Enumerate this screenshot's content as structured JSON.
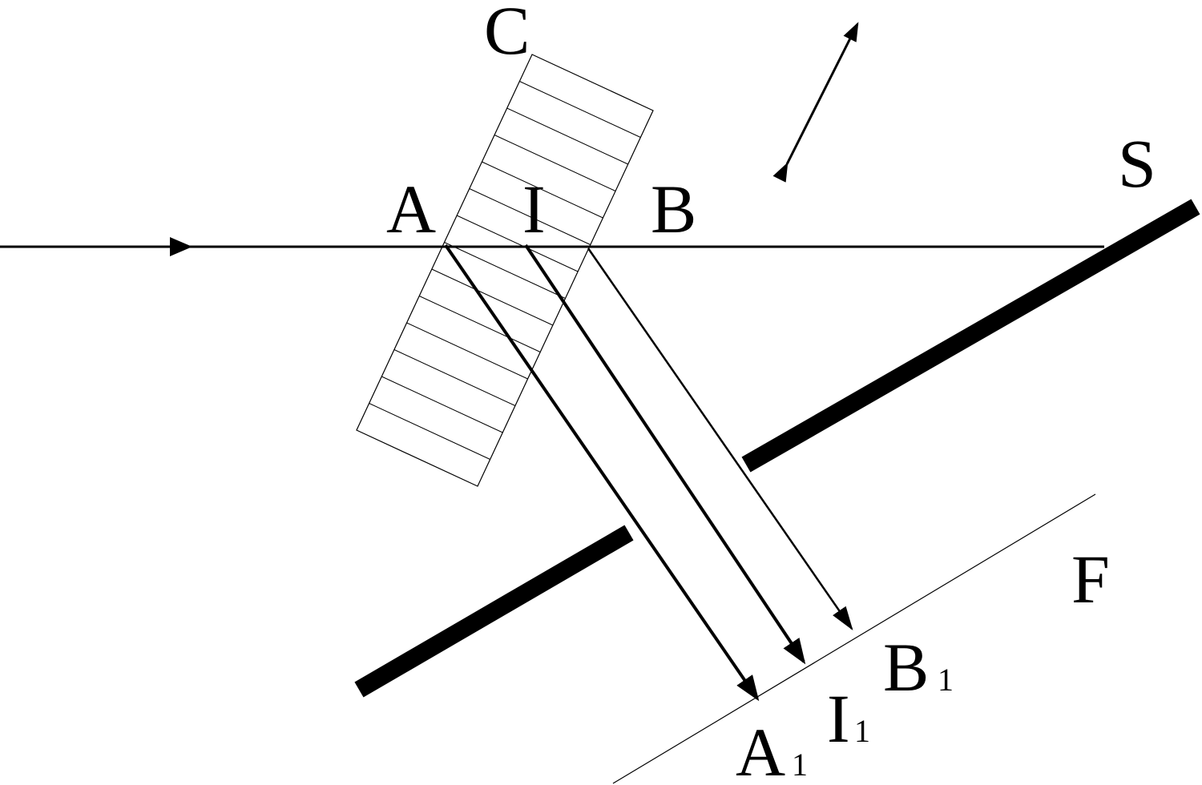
{
  "labels": {
    "c": "C",
    "a": "A",
    "i": "I",
    "b": "B",
    "s": "S",
    "f": "F",
    "a1_main": "A",
    "a1_sub": "1",
    "i1_main": "I",
    "i1_sub": "1",
    "b1_main": "B",
    "b1_sub": "1"
  },
  "colors": {
    "ink": "#000000",
    "background": "#ffffff"
  },
  "icons": {
    "incident_arrow": "arrowhead-right",
    "ray_arrows": "arrowhead",
    "double_arrow": "double-headed-arrow"
  }
}
